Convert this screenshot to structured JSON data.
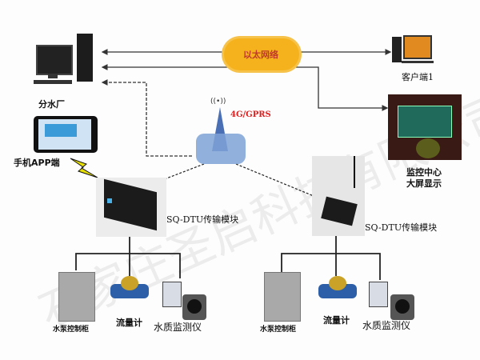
{
  "title": "SQ-DTU water monitoring system diagram",
  "nodes": {
    "water_plant": "分水厂",
    "ethernet": "以太网络",
    "client": "客户端1",
    "monitor_center_line1": "监控中心",
    "monitor_center_line2": "大屏显示",
    "network": "4G/GPRS",
    "mobile_app": "手机APP端",
    "dtu_left": "SQ-DTU传输模块",
    "dtu_right": "SQ-DTU传输模块",
    "pump_cabinet": "水泵控制柜",
    "flowmeter": "流量计",
    "water_quality": "水质监测仪"
  },
  "watermark": "石家庄圣启科技有限公司",
  "colors": {
    "cloud": "#f5b21c",
    "network_label": "#e02020",
    "device_blue": "#2d5fa8"
  }
}
